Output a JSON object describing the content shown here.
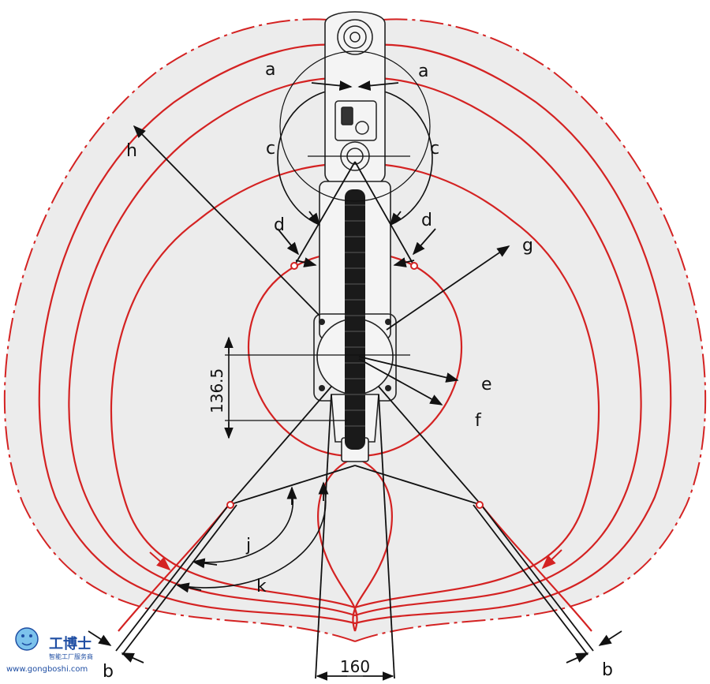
{
  "labels": {
    "a": "a",
    "b": "b",
    "c": "c",
    "d": "d",
    "e": "e",
    "f": "f",
    "g": "g",
    "h": "h",
    "j": "j",
    "k": "k"
  },
  "dimensions": {
    "offset": "136.5",
    "width": "160"
  },
  "watermark": {
    "brand": "工博士",
    "tagline": "智能工厂服务商",
    "url": "www.gongboshi.com"
  },
  "colors": {
    "envelope": "#d42222",
    "fill": "#ececec",
    "ink": "#111111"
  }
}
